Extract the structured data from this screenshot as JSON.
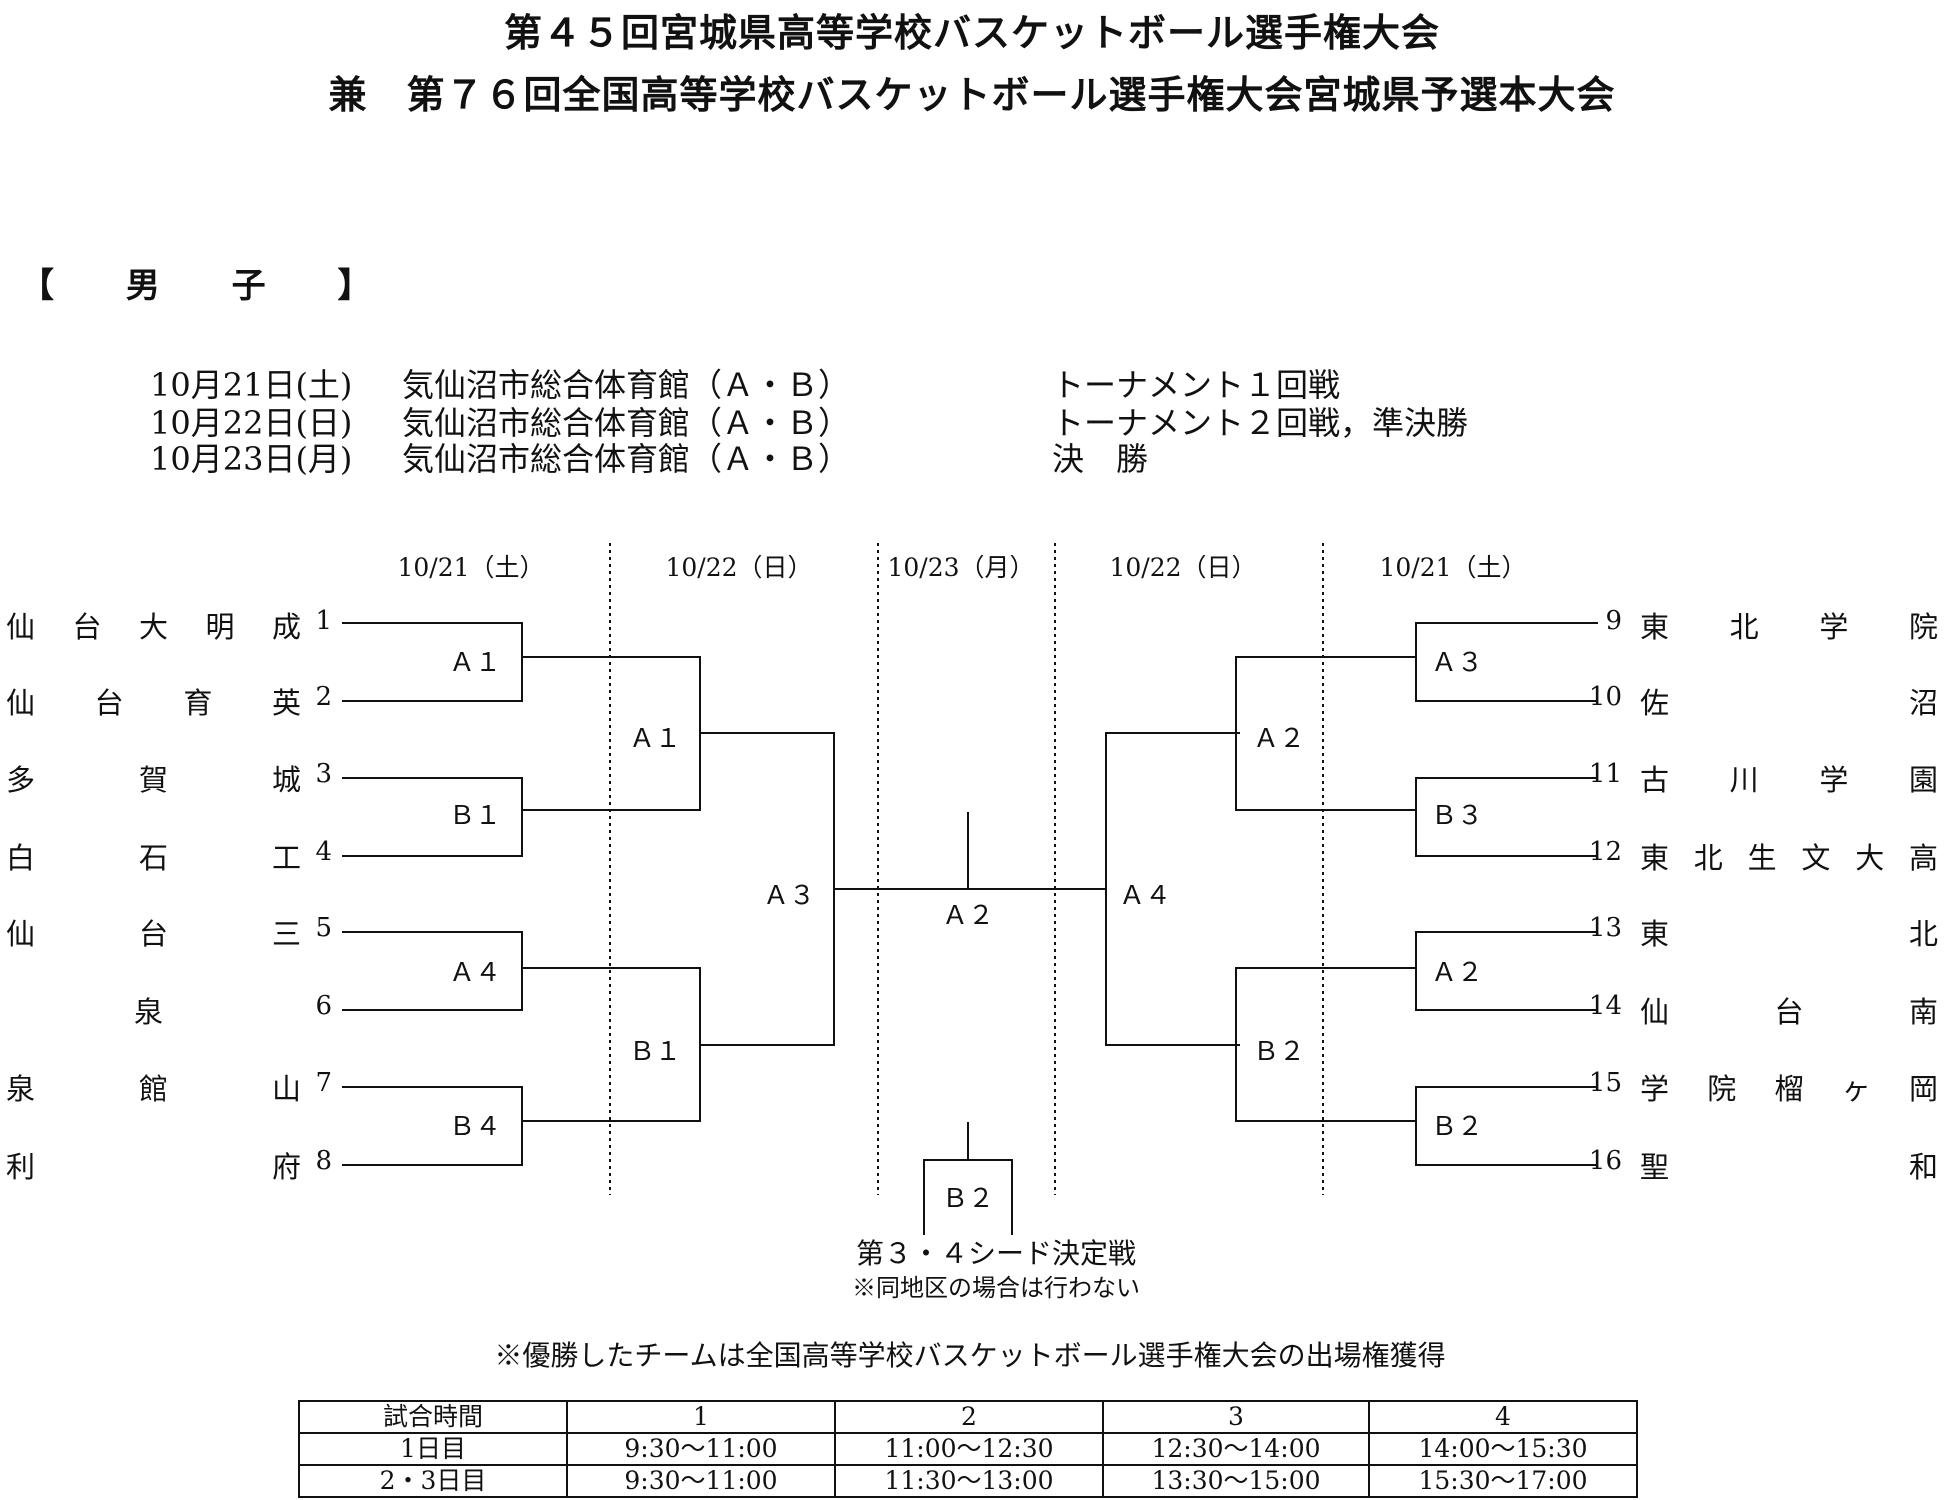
{
  "header": {
    "title_line1": "第４５回宮城県高等学校バスケットボール選手権大会",
    "title_line2": "兼　第７６回全国高等学校バスケットボール選手権大会宮城県予選本大会"
  },
  "section_label": "【 男 子 】",
  "schedule": [
    {
      "date": "10月21日(土)",
      "venue": "気仙沼市総合体育館（Ａ・Ｂ）",
      "round": "トーナメント１回戦"
    },
    {
      "date": "10月22日(日)",
      "venue": "気仙沼市総合体育館（Ａ・Ｂ）",
      "round": "トーナメント２回戦，準決勝"
    },
    {
      "date": "10月23日(月)",
      "venue": "気仙沼市総合体育館（Ａ・Ｂ）",
      "round": "決　勝"
    }
  ],
  "column_dates": [
    "10/21（土）",
    "10/22（日）",
    "10/23（月）",
    "10/22（日）",
    "10/21（土）"
  ],
  "left_teams": [
    {
      "seed": "1",
      "chars": [
        "仙",
        "台",
        "大",
        "明",
        "成"
      ]
    },
    {
      "seed": "2",
      "chars": [
        "仙",
        "台",
        "育",
        "英"
      ]
    },
    {
      "seed": "3",
      "chars": [
        "多",
        "賀",
        "城"
      ]
    },
    {
      "seed": "4",
      "chars": [
        "白",
        "石",
        "工"
      ]
    },
    {
      "seed": "5",
      "chars": [
        "仙",
        "台",
        "三"
      ]
    },
    {
      "seed": "6",
      "chars": [
        "泉"
      ]
    },
    {
      "seed": "7",
      "chars": [
        "泉",
        "館",
        "山"
      ]
    },
    {
      "seed": "8",
      "chars": [
        "利",
        "府"
      ]
    }
  ],
  "right_teams": [
    {
      "seed": "9",
      "chars": [
        "東",
        "北",
        "学",
        "院"
      ]
    },
    {
      "seed": "10",
      "chars": [
        "佐",
        "沼"
      ]
    },
    {
      "seed": "11",
      "chars": [
        "古",
        "川",
        "学",
        "園"
      ]
    },
    {
      "seed": "12",
      "chars": [
        "東",
        "北",
        "生",
        "文",
        "大",
        "高"
      ]
    },
    {
      "seed": "13",
      "chars": [
        "東",
        "北"
      ]
    },
    {
      "seed": "14",
      "chars": [
        "仙",
        "台",
        "南"
      ]
    },
    {
      "seed": "15",
      "chars": [
        "学",
        "院",
        "榴",
        "ヶ",
        "岡"
      ]
    },
    {
      "seed": "16",
      "chars": [
        "聖",
        "和"
      ]
    }
  ],
  "match_labels": {
    "left_r1": [
      "Ａ１",
      "Ｂ１",
      "Ａ４",
      "Ｂ４"
    ],
    "left_r2": [
      "Ａ１",
      "Ｂ１"
    ],
    "left_semi": "Ａ３",
    "final": "Ａ２",
    "right_semi": "Ａ４",
    "right_r2": [
      "Ａ２",
      "Ｂ２"
    ],
    "right_r1": [
      "Ａ３",
      "Ｂ３",
      "Ａ２",
      "Ｂ２"
    ],
    "third_place": "Ｂ２"
  },
  "notes": {
    "third_place_title": "第３・４シード決定戦",
    "third_place_note": "※同地区の場合は行わない",
    "winner_note": "※優勝したチームは全国高等学校バスケットボール選手権大会の出場権獲得"
  },
  "time_table": {
    "header": [
      "試合時間",
      "1",
      "2",
      "3",
      "4"
    ],
    "rows": [
      [
        "1日目",
        "9:30〜11:00",
        "11:00〜12:30",
        "12:30〜14:00",
        "14:00〜15:30"
      ],
      [
        "2・3日目",
        "9:30〜11:00",
        "11:30〜13:00",
        "13:30〜15:00",
        "15:30〜17:00"
      ]
    ]
  }
}
